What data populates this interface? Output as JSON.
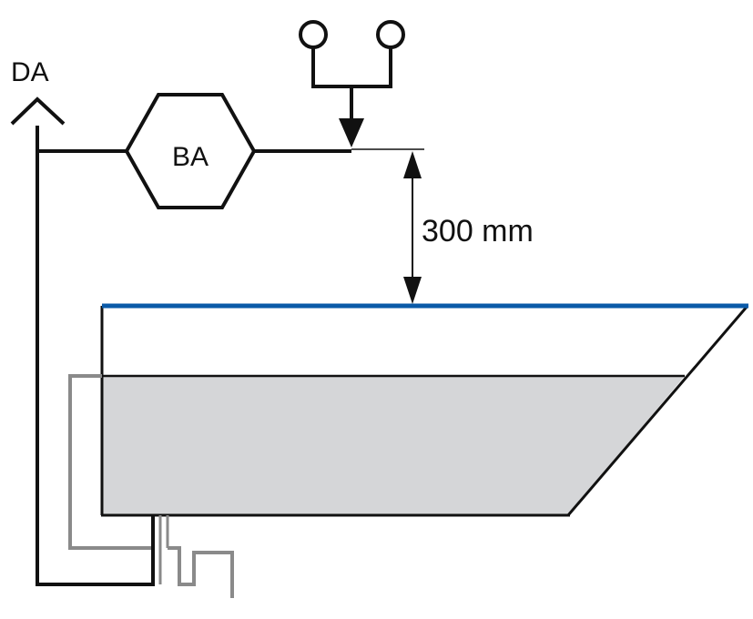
{
  "labels": {
    "da": "DA",
    "ba": "BA",
    "distance": "300 mm"
  },
  "colors": {
    "line": "#111111",
    "water_surface": "#0a5aa8",
    "fill_shaded": "#d5d6d8",
    "overflow_pipe": "#8a8a8a",
    "background": "#ffffff"
  }
}
